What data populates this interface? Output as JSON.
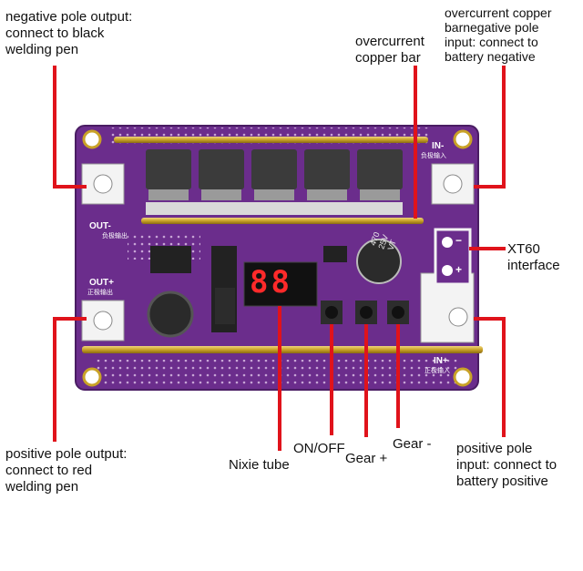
{
  "labels": {
    "neg_out": "negative pole output:\nconnect to black\nwelding pen",
    "pos_out": "positive pole output:\nconnect to red\nwelding pen",
    "copper_bar": "overcurrent\ncopper bar",
    "neg_in": "overcurrent copper\nbarnegative pole\ninput: connect to\nbattery negative",
    "xt60": "XT60\ninterface",
    "pos_in": "positive pole\ninput: connect to\nbattery positive",
    "nixie": "Nixie tube",
    "onoff": "ON/OFF",
    "gear_plus": "Gear +",
    "gear_minus": "Gear -"
  },
  "board": {
    "silk_in_neg": "IN-",
    "silk_in_neg_cn": "负极输入",
    "silk_out_neg": "OUT-",
    "silk_out_neg_cn": "负极输出",
    "silk_out_pos": "OUT+",
    "silk_out_pos_cn": "正极输出",
    "silk_in_pos": "IN+",
    "silk_in_pos_cn": "正极输入",
    "display_value": "88",
    "cap_text": "470\n25V\nVT",
    "xt60_minus": "−",
    "xt60_plus": "+"
  },
  "colors": {
    "board": "#6b2d8c",
    "pointer": "#e0131b",
    "copper": "#c9a227",
    "mosfet": "#3b3b3b",
    "background": "#ffffff"
  }
}
